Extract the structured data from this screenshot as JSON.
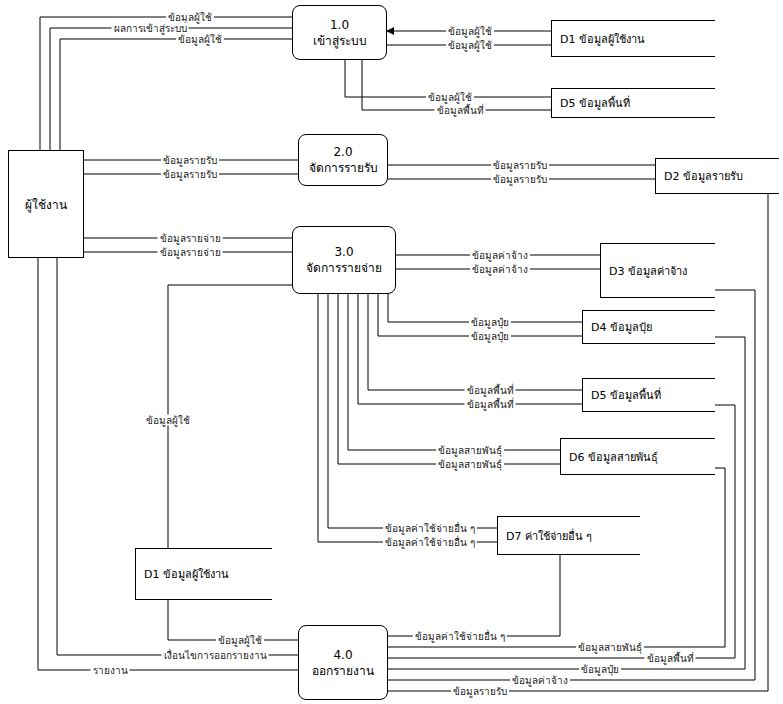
{
  "diagram": {
    "nodes": [
      {
        "text": [
          "ผู้ใช้งาน"
        ]
      },
      {
        "text": [
          "1.0",
          "เข้าสู่ระบบ"
        ]
      },
      {
        "text": [
          "D1 ข้อมูลผู้ใช้งาน"
        ]
      },
      {
        "text": [
          "D5 ข้อมูลพื้นที่"
        ]
      },
      {
        "text": [
          "2.0",
          "จัดการรายรับ"
        ]
      },
      {
        "text": [
          "D2 ข้อมูลรายรับ"
        ]
      },
      {
        "text": [
          "3.0",
          "จัดการรายจ่าย"
        ]
      },
      {
        "text": [
          "D3 ข้อมูลค่าจ้าง"
        ]
      },
      {
        "text": [
          "D4 ข้อมูลปุ๋ย"
        ]
      },
      {
        "text": [
          "D5 ข้อมูลพื้นที่"
        ]
      },
      {
        "text": [
          "D6 ข้อมูลสายพันธุ์"
        ]
      },
      {
        "text": [
          "D7 ค่าใช้จ่ายอื่น ๆ"
        ]
      },
      {
        "text": [
          "D1 ข้อมูลผู้ใช้งาน"
        ]
      },
      {
        "text": [
          "4.0",
          "ออกรายงาน"
        ]
      }
    ],
    "edges": [
      {
        "from": 0,
        "to": 1,
        "label": "ข้อมูลผู้ใช้",
        "arrow": "none"
      },
      {
        "from": 1,
        "to": 0,
        "label": "ผลการเข้าสู่ระบบ",
        "arrow": "none"
      },
      {
        "from": 1,
        "to": 0,
        "label": "ข้อมูลผู้ใช้",
        "arrow": "none"
      },
      {
        "from": 2,
        "to": 1,
        "label": "ข้อมูลผู้ใช้",
        "arrow": "to"
      },
      {
        "from": 1,
        "to": 2,
        "label": "ข้อมูลผู้ใช้",
        "arrow": "none"
      },
      {
        "from": 1,
        "to": 3,
        "label": "ข้อมูลผู้ใช้",
        "arrow": "none"
      },
      {
        "from": 3,
        "to": 1,
        "label": "ข้อมูลพื้นที่",
        "arrow": "none"
      },
      {
        "from": 0,
        "to": 4,
        "label": "ข้อมูลรายรับ",
        "arrow": "none"
      },
      {
        "from": 4,
        "to": 0,
        "label": "ข้อมูลรายรับ",
        "arrow": "none"
      },
      {
        "from": 4,
        "to": 5,
        "label": "ข้อมูลรายรับ",
        "arrow": "none"
      },
      {
        "from": 5,
        "to": 4,
        "label": "ข้อมูลรายรับ",
        "arrow": "none"
      },
      {
        "from": 0,
        "to": 6,
        "label": "ข้อมูลรายจ่าย",
        "arrow": "none"
      },
      {
        "from": 6,
        "to": 0,
        "label": "ข้อมูลรายจ่าย",
        "arrow": "none"
      },
      {
        "from": 6,
        "to": 7,
        "label": "ข้อมูลค่าจ้าง",
        "arrow": "none"
      },
      {
        "from": 7,
        "to": 6,
        "label": "ข้อมูลค่าจ้าง",
        "arrow": "none"
      },
      {
        "from": 6,
        "to": 8,
        "label": "ข้อมูลปุ๋ย",
        "arrow": "none"
      },
      {
        "from": 8,
        "to": 6,
        "label": "ข้อมูลปุ๋ย",
        "arrow": "none"
      },
      {
        "from": 6,
        "to": 9,
        "label": "ข้อมูลพื้นที่",
        "arrow": "none"
      },
      {
        "from": 9,
        "to": 6,
        "label": "ข้อมูลพื้นที่",
        "arrow": "none"
      },
      {
        "from": 6,
        "to": 10,
        "label": "ข้อมูลสายพันธุ์",
        "arrow": "none"
      },
      {
        "from": 10,
        "to": 6,
        "label": "ข้อมูลสายพันธุ์",
        "arrow": "none"
      },
      {
        "from": 6,
        "to": 11,
        "label": "ข้อมูลค่าใช้จ่ายอื่น ๆ",
        "arrow": "none"
      },
      {
        "from": 11,
        "to": 6,
        "label": "ข้อมูลค่าใช้จ่ายอื่น ๆ",
        "arrow": "none"
      },
      {
        "from": 6,
        "to": 12,
        "label": "ข้อมูลผู้ใช้",
        "arrow": "none"
      },
      {
        "from": 12,
        "to": 13,
        "label": "ข้อมูลผู้ใช้",
        "arrow": "none"
      },
      {
        "from": 0,
        "to": 13,
        "label": "เงื่อนไขการออกรายงาน",
        "arrow": "none"
      },
      {
        "from": 13,
        "to": 0,
        "label": "รายงาน",
        "arrow": "none"
      },
      {
        "from": 11,
        "to": 13,
        "label": "ข้อมูลค่าใช้จ่ายอื่น ๆ",
        "arrow": "none"
      },
      {
        "from": 10,
        "to": 13,
        "label": "ข้อมูลสายพันธุ์",
        "arrow": "none"
      },
      {
        "from": 9,
        "to": 13,
        "label": "ข้อมูลพื้นที่",
        "arrow": "none"
      },
      {
        "from": 8,
        "to": 13,
        "label": "ข้อมูลปุ๋ย",
        "arrow": "none"
      },
      {
        "from": 7,
        "to": 13,
        "label": "ข้อมูลค่าจ้าง",
        "arrow": "none"
      },
      {
        "from": 5,
        "to": 13,
        "label": "ข้อมูลรายรับ",
        "arrow": "none"
      }
    ]
  }
}
